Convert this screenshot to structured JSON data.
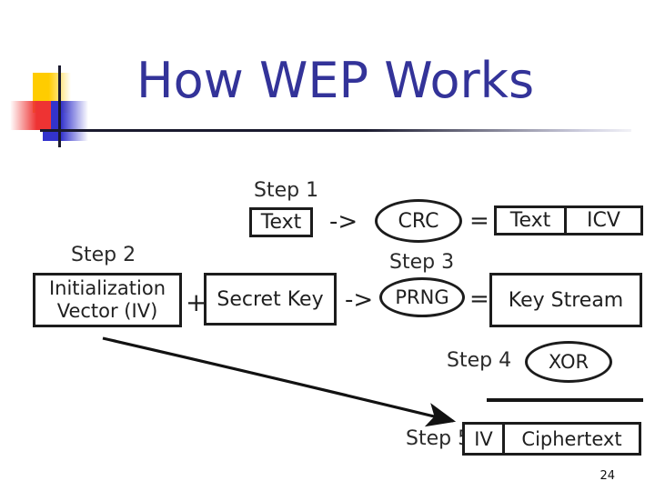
{
  "slide": {
    "title": "How WEP Works",
    "title_color": "#333399",
    "page_number": "24"
  },
  "decoration": {
    "yellow": "#FFCC00",
    "red": "#EE3333",
    "blue": "#3333CC",
    "rule": "#1a1a2e"
  },
  "diagram": {
    "step1": {
      "label": "Step 1",
      "input": "Text",
      "operator": "->",
      "function": "CRC",
      "equals": "=",
      "output_left": "Text",
      "output_right": "ICV"
    },
    "step2": {
      "label": "Step 2",
      "input_line1": "Initialization",
      "input_line2": "Vector (IV)",
      "plus": "+",
      "second_input": "Secret Key"
    },
    "step3": {
      "label": "Step 3",
      "operator": "->",
      "function": "PRNG",
      "equals": "=",
      "output": "Key Stream"
    },
    "step4": {
      "label": "Step 4",
      "function": "XOR"
    },
    "step5": {
      "label": "Step 5",
      "output_left": "IV",
      "output_right": "Ciphertext"
    }
  }
}
